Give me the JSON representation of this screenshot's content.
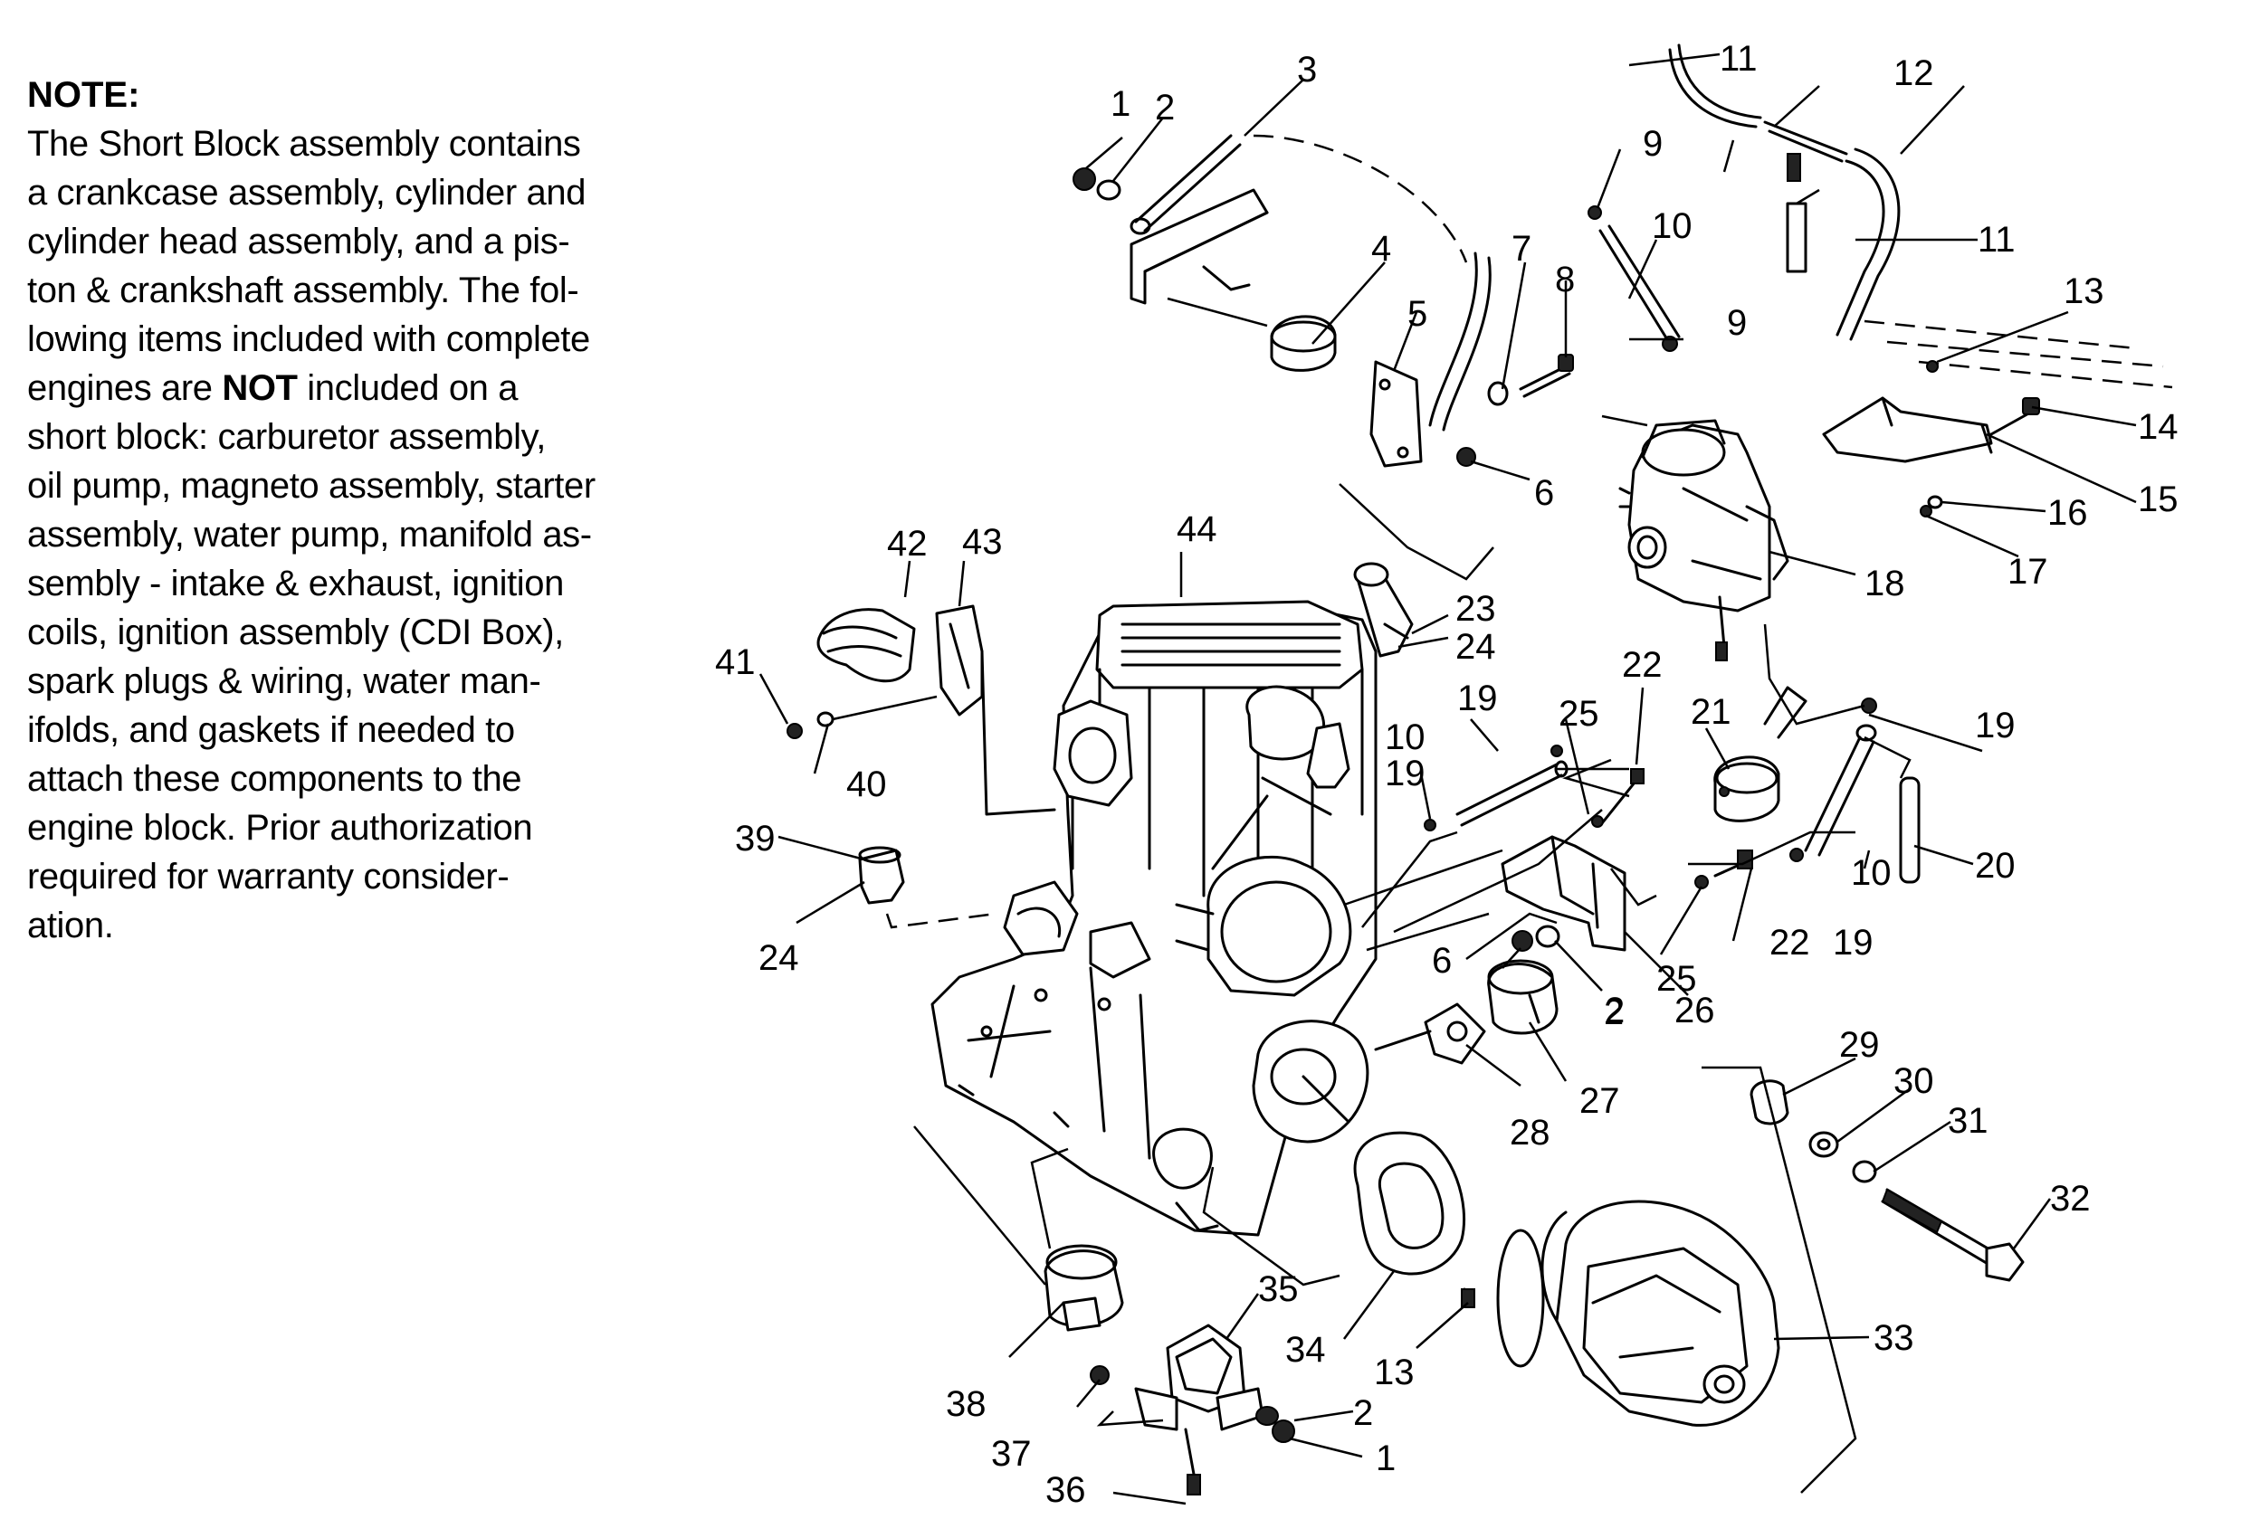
{
  "note": {
    "title": "NOTE:",
    "lines": [
      "The Short Block assembly contains",
      "a crankcase assembly, cylinder and",
      "cylinder head assembly, and a pis-",
      "ton & crankshaft assembly.  The fol-",
      "lowing items included with complete"
    ],
    "line_engines_before": "engines are ",
    "line_engines_bold": "NOT",
    "line_engines_after": " included on a",
    "lines_after": [
      "short block:  carburetor assembly,",
      "oil pump, magneto assembly, starter",
      "assembly, water pump, manifold as-",
      "sembly - intake & exhaust, ignition",
      "coils, ignition assembly (CDI Box),",
      "spark plugs & wiring, water man-",
      "ifolds, and gaskets if needed to",
      "attach these components to the",
      "engine block. Prior authorization",
      "required for warranty consider-",
      "ation."
    ]
  },
  "callouts": [
    "1",
    "2",
    "3",
    "11",
    "12",
    "9",
    "10",
    "11",
    "4",
    "7",
    "8",
    "9",
    "13",
    "14",
    "15",
    "16",
    "17",
    "5",
    "6",
    "18",
    "23",
    "24",
    "44",
    "42",
    "43",
    "41",
    "40",
    "22",
    "19",
    "25",
    "19",
    "21",
    "10",
    "19",
    "10",
    "20",
    "39",
    "24",
    "6",
    "2",
    "22",
    "25",
    "26",
    "19",
    "27",
    "28",
    "2",
    "29",
    "30",
    "31",
    "32",
    "35",
    "33",
    "34",
    "13",
    "38",
    "2",
    "37",
    "1",
    "36"
  ]
}
